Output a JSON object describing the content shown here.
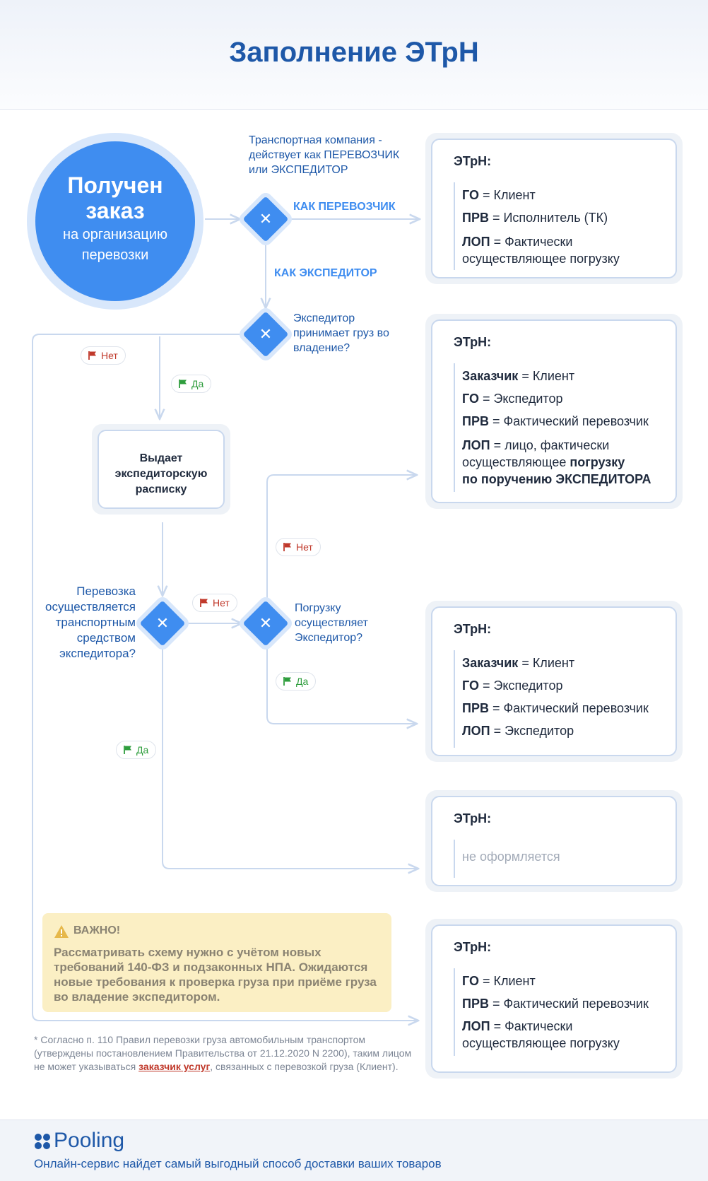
{
  "title": "Заполнение ЭТрН",
  "start": {
    "title": "Получен заказ",
    "subtitle": "на организацию перевозки"
  },
  "labels": {
    "transport_company": "Транспортная компания - действует как ПЕРЕВОЗЧИК или ЭКСПЕДИТОР",
    "as_carrier": "КАК ПЕРЕВОЗЧИК",
    "as_forwarder": "КАК  ЭКСПЕДИТОР",
    "q_accepts_cargo": "Экспедитор принимает груз во владение?",
    "action_receipt": "Выдает экспедиторскую расписку",
    "q_forwarder_vehicle": "Перевозка осуществляется транспортным средством экспедитора?",
    "q_forwarder_loading": "Погрузку осуществляет Экспедитор?"
  },
  "chips": {
    "no": "Нет",
    "yes": "Да"
  },
  "etrn_title": "ЭТрН:",
  "cards": {
    "c1": {
      "l1_key": "ГО",
      "l1_val": " = Клиент",
      "l2_key": "ПРВ",
      "l2_val": " = Исполнитель (ТК)",
      "l3_key": "ЛОП",
      "l3_val": " = Фактически",
      "l3_val2": "осуществляющее погрузку"
    },
    "c2": {
      "l1_key": "Заказчик",
      "l1_val": " = Клиент",
      "l2_key": "ГО",
      "l2_val": " = Экспедитор",
      "l3_key": "ПРВ",
      "l3_val": " = Фактический перевозчик",
      "l4_key": "ЛОП",
      "l4_val": " = лицо, фактически",
      "l4_val2": "осуществляющее ",
      "l4_bold2": "погрузку",
      "l4_bold3": "по поручению ЭКСПЕДИТОРА"
    },
    "c3": {
      "l1_key": "Заказчик",
      "l1_val": " = Клиент",
      "l2_key": "ГО",
      "l2_val": " = Экспедитор",
      "l3_key": "ПРВ",
      "l3_val": " = Фактический перевозчик",
      "l4_key": "ЛОП",
      "l4_val": " = Экспедитор"
    },
    "c4": {
      "muted": "не оформляется"
    },
    "c5": {
      "l1_key": "ГО",
      "l1_val": " = Клиент",
      "l2_key": "ПРВ",
      "l2_val": " = Фактический перевозчик",
      "l3_key": "ЛОП",
      "l3_val": " = Фактически",
      "l3_val2": "осуществляющее погрузку"
    }
  },
  "notice": {
    "title": "ВАЖНО!",
    "text": "Рассматривать схему нужно с учётом новых требований 140-ФЗ и подзаконных НПА. Ожидаются новые требования к проверка груза при приёме груза во владение экспедитором."
  },
  "footnote": {
    "before": "* Согласно п. 110 Правил перевозки груза автомобильным транспортом (утверждены постановлением Правительства от 21.12.2020 N 2200), таким лицом не может указываться ",
    "link": "заказчик услуг",
    "after": ", связанных с перевозкой груза (Клиент)."
  },
  "footer": {
    "brand": "Pooling",
    "tagline": "Онлайн-сервис найдет самый выгодный способ доставки ваших товаров"
  },
  "colors": {
    "primary": "#3f8df0",
    "dark_blue": "#1e58a8",
    "connector": "#c9d8ee",
    "no": "#c0392b",
    "yes": "#2e9d3d",
    "notice_bg": "#fbefc4"
  },
  "icons": {
    "decision": "close-icon",
    "chip_no": "red-flag-icon",
    "chip_yes": "green-flag-icon",
    "notice": "warning-icon",
    "logo": "pooling-logo-icon"
  }
}
